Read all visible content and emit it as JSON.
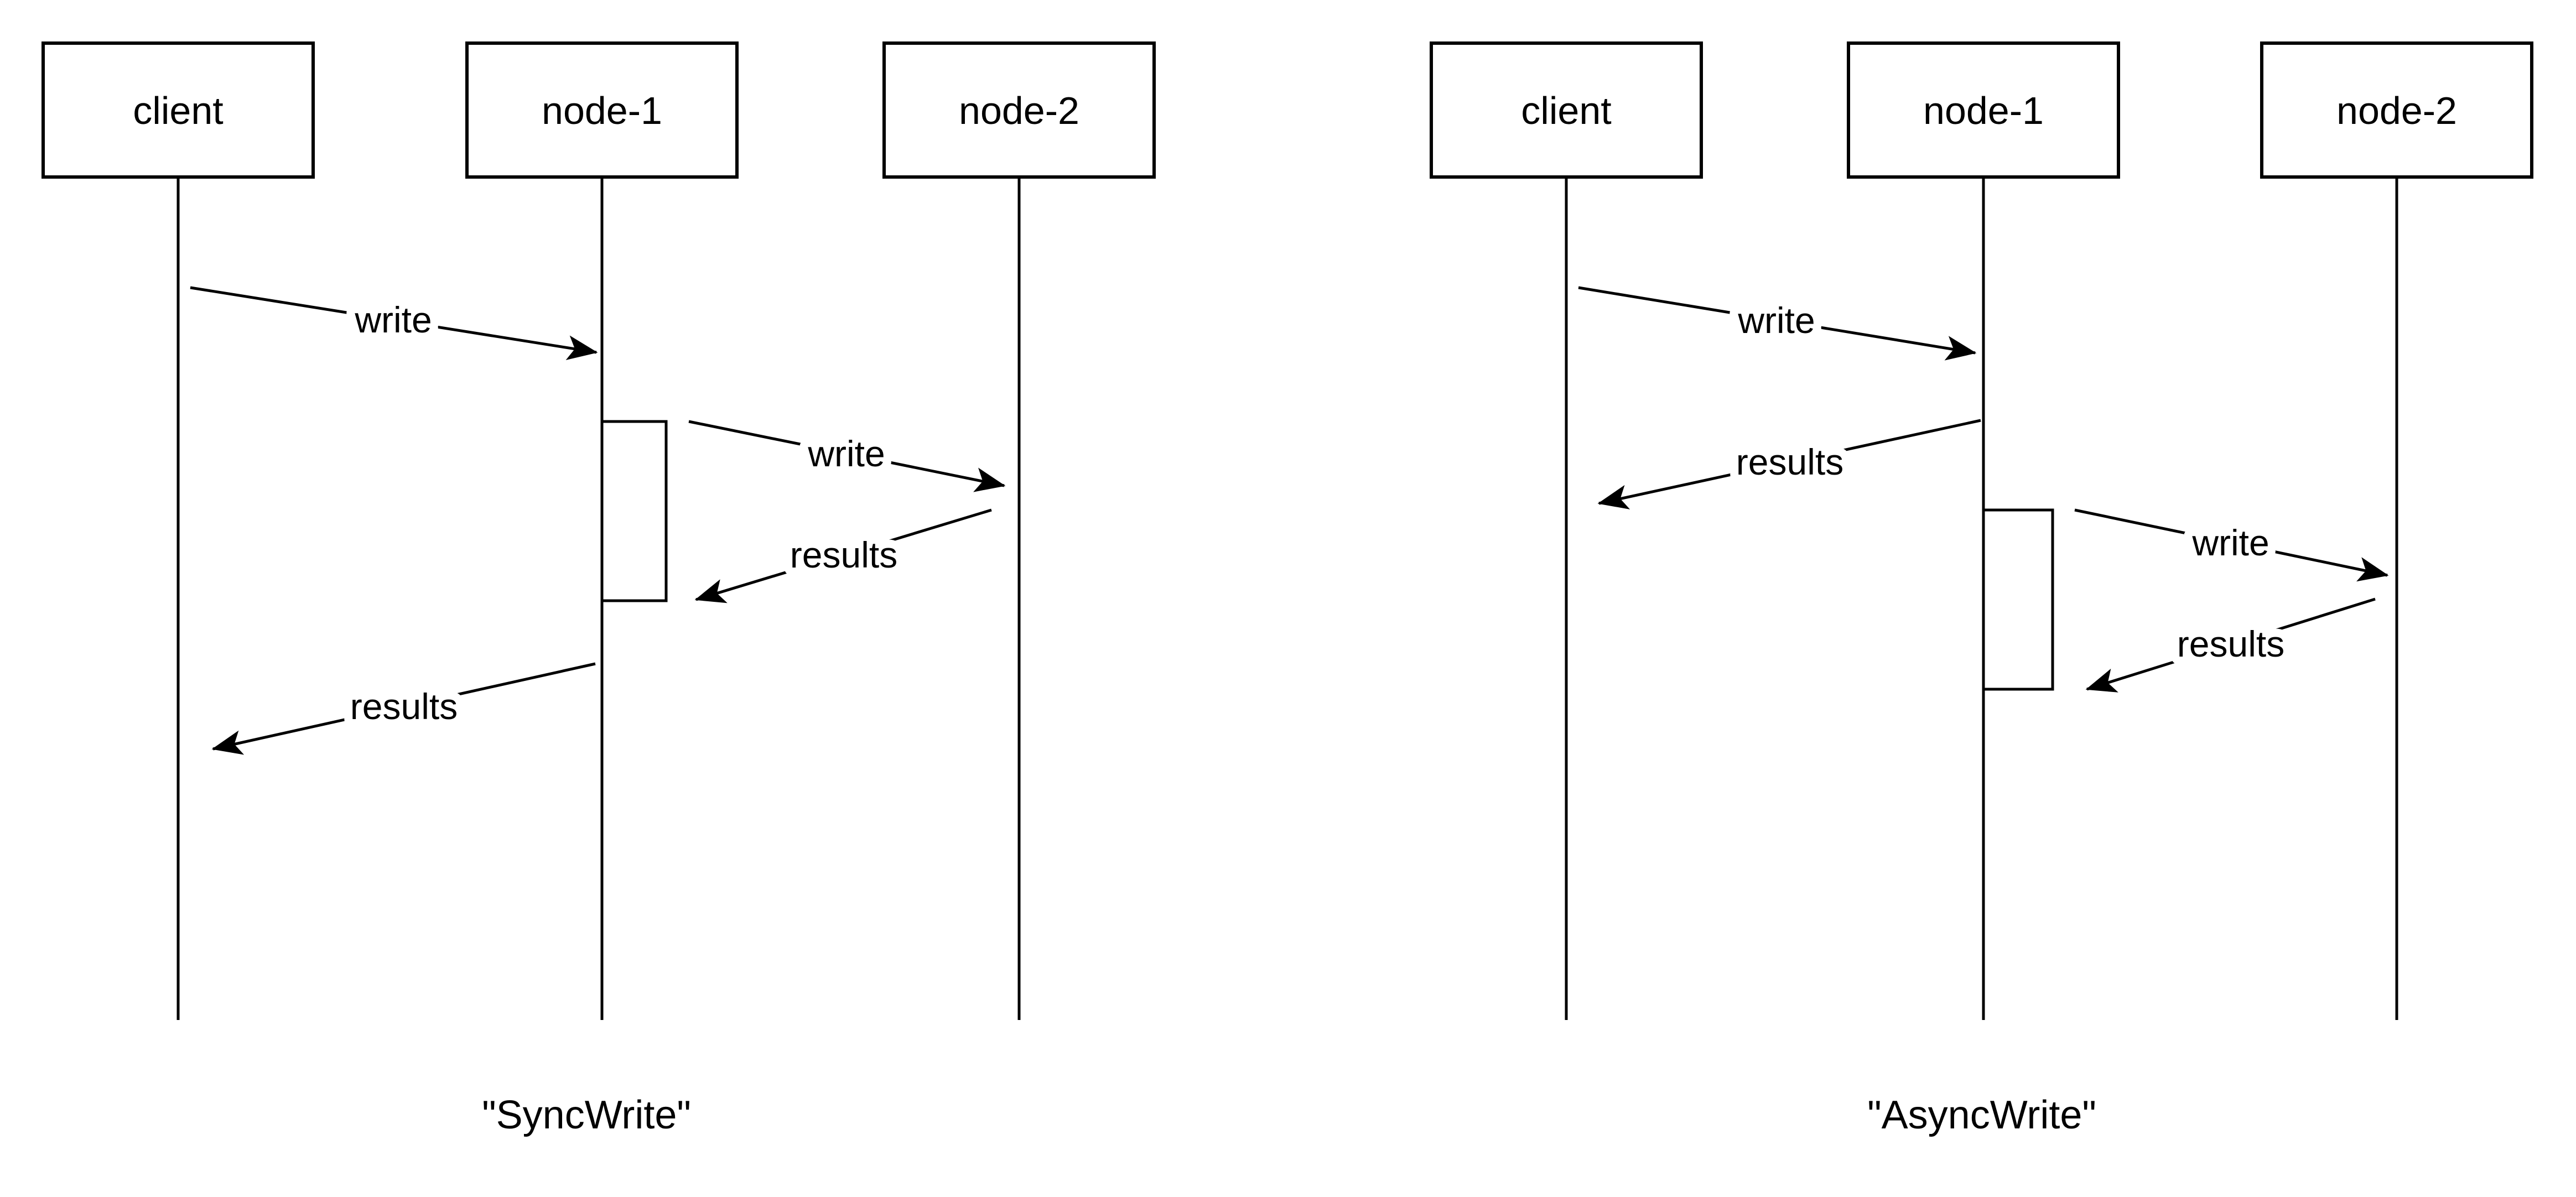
{
  "page": {
    "background_color": "#ffffff",
    "line_color": "#000000",
    "text_color": "#000000"
  },
  "diagrams": [
    {
      "caption": "\"SyncWrite\"",
      "actors": [
        {
          "label": "client"
        },
        {
          "label": "node-1"
        },
        {
          "label": "node-2"
        }
      ],
      "messages": [
        {
          "label": "write",
          "from": "client",
          "to": "node-1"
        },
        {
          "label": "write",
          "from": "node-1",
          "to": "node-2"
        },
        {
          "label": "results",
          "from": "node-2",
          "to": "node-1"
        },
        {
          "label": "results",
          "from": "node-1",
          "to": "client"
        }
      ]
    },
    {
      "caption": "\"AsyncWrite\"",
      "actors": [
        {
          "label": "client"
        },
        {
          "label": "node-1"
        },
        {
          "label": "node-2"
        }
      ],
      "messages": [
        {
          "label": "write",
          "from": "client",
          "to": "node-1"
        },
        {
          "label": "results",
          "from": "node-1",
          "to": "client"
        },
        {
          "label": "write",
          "from": "node-1",
          "to": "node-2"
        },
        {
          "label": "results",
          "from": "node-2",
          "to": "node-1"
        }
      ]
    }
  ]
}
